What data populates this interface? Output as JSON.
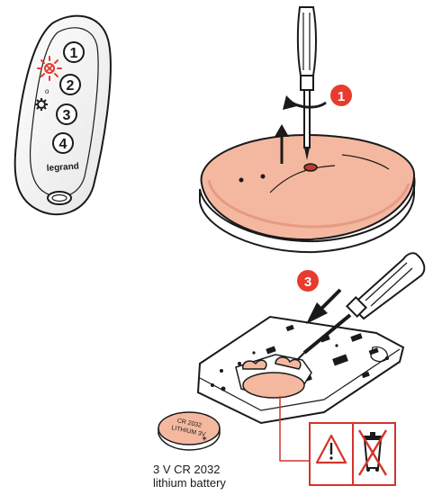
{
  "colors": {
    "outline": "#1a1a1a",
    "housing": "#f4b8a0",
    "housing_shadow": "#e89a82",
    "step_badge": "#e63b2e",
    "warning": "#d6332a",
    "blink": "#e63b2e",
    "remote_body": "#ffffff"
  },
  "remote": {
    "brand": "legrand",
    "buttons": [
      "1",
      "2",
      "3",
      "4"
    ],
    "settings_icon": "gear-icon"
  },
  "steps": {
    "step1": "1",
    "step3": "3"
  },
  "battery": {
    "coin_text_line1": "CR 2032",
    "coin_text_line2": "LITHIUM 3V",
    "coin_plus": "+",
    "caption_line1": "3 V CR 2032",
    "caption_line2": "lithium battery"
  },
  "warning_box": {
    "icons": [
      "warning-triangle-icon",
      "crossed-out-bin-icon"
    ]
  }
}
